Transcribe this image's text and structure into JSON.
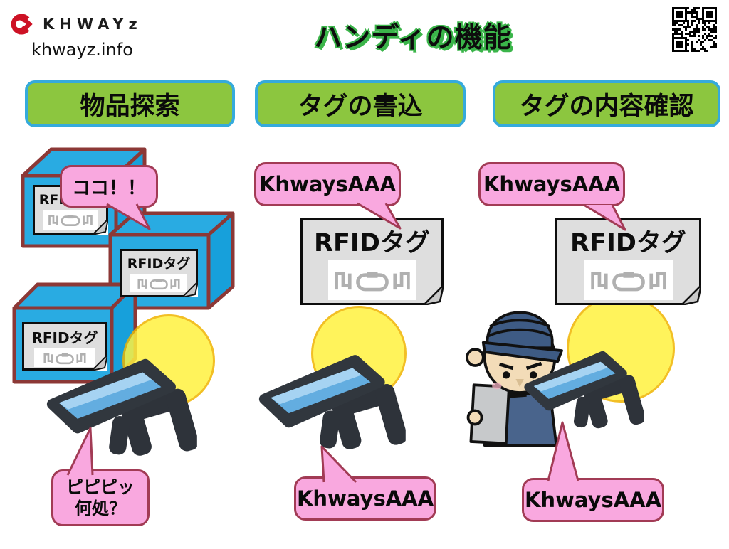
{
  "brand": {
    "name": "KHWAYz",
    "site": "khwayz.info",
    "logo_color": "#CD1225"
  },
  "title": {
    "text": "ハンディの機能",
    "text_color": "#0d0d0d",
    "outline_color": "#3BB54A"
  },
  "qr": {
    "name": "qr-code"
  },
  "colors": {
    "header_fill": "#8CC63F",
    "header_border": "#35AADC",
    "box_blue": "#29ABE2",
    "box_border": "#8C3836",
    "bubble_pink": "#F9A8DF",
    "bubble_border": "#A23B55",
    "tag_gray": "#DEDEDE",
    "wave_yellow": "#FFF23F",
    "wave_border": "#F0B400",
    "device_dark": "#31373E",
    "screen_blue": "#63ADE0"
  },
  "columns": {
    "search": {
      "header": "物品探索",
      "box_tag_label": "RFIDタグ",
      "callout_top": "ココ！！",
      "callout_bottom_line1": "ピピピッ",
      "callout_bottom_line2": "何処？"
    },
    "write": {
      "header": "タグの書込",
      "callout_top": "KhwaysAAA",
      "tag_label": "RFIDタグ",
      "callout_bottom": "KhwaysAAA"
    },
    "verify": {
      "header": "タグの内容確認",
      "callout_top": "KhwaysAAA",
      "tag_label": "RFIDタグ",
      "callout_bottom": "KhwaysAAA"
    }
  }
}
